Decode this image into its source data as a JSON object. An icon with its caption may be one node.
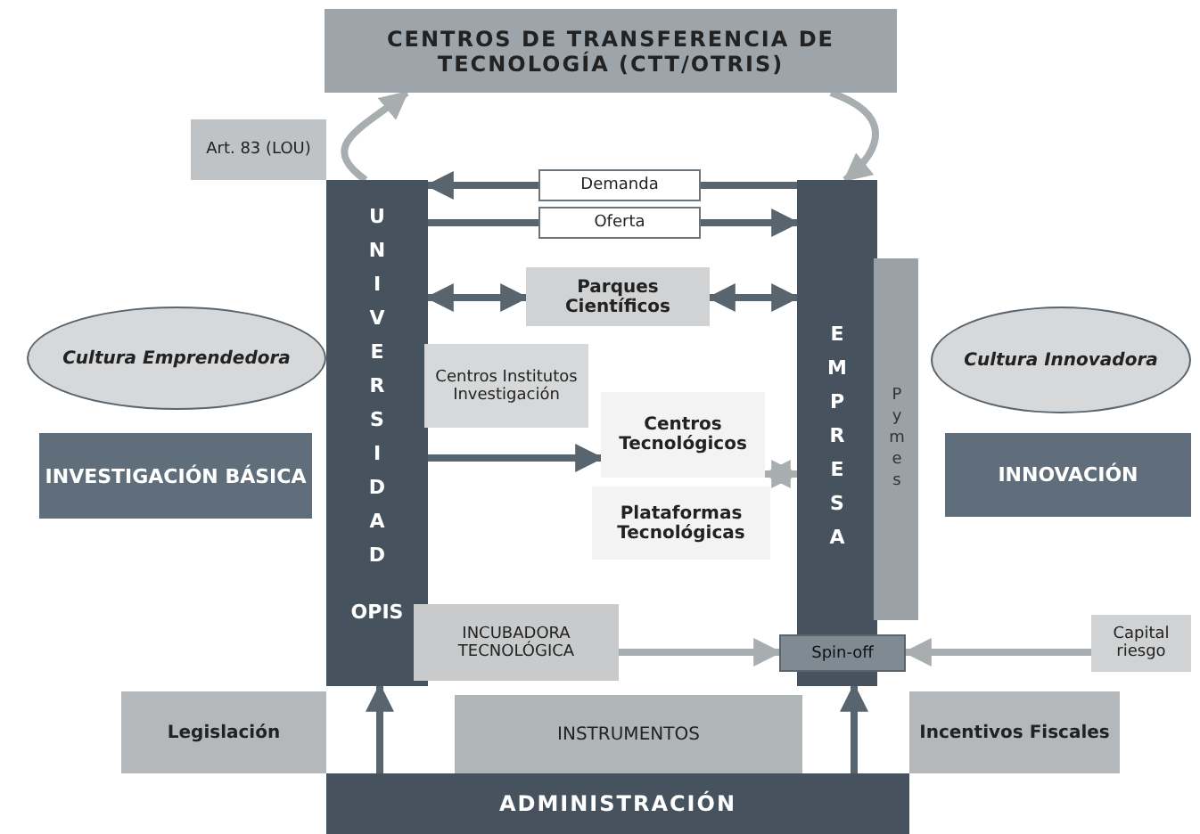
{
  "diagram": {
    "nodes": [
      {
        "text": [
          "CENTROS DE TRANSFERENCIA DE TECNOLOGÍA (CTT/OTRIS)"
        ]
      },
      {
        "text": [
          "Art. 83 (LOU)"
        ]
      },
      {
        "text": [
          "UNIVERSIDAD",
          "OPIS"
        ]
      },
      {
        "text": [
          "Demanda"
        ]
      },
      {
        "text": [
          "Oferta"
        ]
      },
      {
        "text": [
          "EMPRESA"
        ]
      },
      {
        "text": [
          "Pymes"
        ]
      },
      {
        "text": [
          "Parques Científicos"
        ]
      },
      {
        "text": [
          "Cultura Emprendedora"
        ]
      },
      {
        "text": [
          "Cultura Innovadora"
        ]
      },
      {
        "text": [
          "Centros Institutos Investigación"
        ]
      },
      {
        "text": [
          "INVESTIGACIÓN BÁSICA"
        ]
      },
      {
        "text": [
          "Centros Tecnológicos"
        ]
      },
      {
        "text": [
          "INNOVACIÓN"
        ]
      },
      {
        "text": [
          "Plataformas Tecnológicas"
        ]
      },
      {
        "text": [
          "INCUBADORA TECNOLÓGICA"
        ]
      },
      {
        "text": [
          "Spin-off"
        ]
      },
      {
        "text": [
          "Capital riesgo"
        ]
      },
      {
        "text": [
          "Legislación"
        ]
      },
      {
        "text": [
          "INSTRUMENTOS"
        ]
      },
      {
        "text": [
          "Incentivos Fiscales"
        ]
      },
      {
        "text": [
          "ADMINISTRACIÓN"
        ]
      }
    ],
    "edges": [
      {
        "from": 2,
        "to": 0,
        "arrow": "to",
        "color": "#a8adb0"
      },
      {
        "from": 0,
        "to": 5,
        "arrow": "to",
        "color": "#a8adb0"
      },
      {
        "from": 5,
        "to": 3,
        "arrow": "none"
      },
      {
        "from": 3,
        "to": 2,
        "arrow": "to"
      },
      {
        "from": 2,
        "to": 4,
        "arrow": "none"
      },
      {
        "from": 4,
        "to": 5,
        "arrow": "to"
      },
      {
        "from": 2,
        "to": 7,
        "arrow": "both"
      },
      {
        "from": 7,
        "to": 5,
        "arrow": "both"
      },
      {
        "from": 2,
        "to": 12,
        "arrow": "to"
      },
      {
        "from": 12,
        "to": 5,
        "arrow": "both",
        "color": "#a8adb0"
      },
      {
        "from": 15,
        "to": 16,
        "arrow": "to",
        "color": "#a8adb0"
      },
      {
        "from": 17,
        "to": 16,
        "arrow": "to",
        "color": "#a8adb0"
      },
      {
        "from": 21,
        "to": 2,
        "arrow": "to"
      },
      {
        "from": 21,
        "to": 5,
        "arrow": "to"
      }
    ]
  }
}
